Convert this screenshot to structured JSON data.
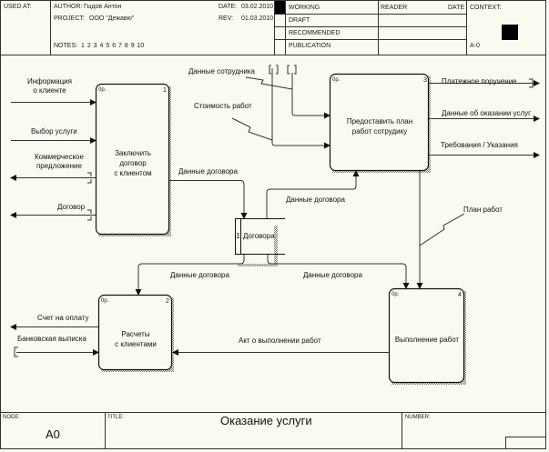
{
  "header": {
    "used_at_label": "USED AT:",
    "author_label": "AUTHOR:",
    "author": "Гыдов Антон",
    "project_label": "PROJECT:",
    "project": "ООО \"Дежавю\"",
    "date_label": "DATE:",
    "date": "03.02.2010",
    "rev_label": "REV:",
    "rev": "01.03.2010",
    "notes_label": "NOTES:",
    "notes": "1  2  3  4  5  6  7  8  9  10",
    "statuses": [
      "WORKING",
      "DRAFT",
      "RECOMMENDED",
      "PUBLICATION"
    ],
    "active_status": "WORKING",
    "reader_label": "READER",
    "reader_date_label": "DATE",
    "context_label": "CONTEXT:",
    "context_node": "A-0"
  },
  "diagram": {
    "activities": [
      {
        "id": "1",
        "tag": "0р.",
        "label_lines": [
          "Заключить",
          "договор",
          "с клиентом"
        ]
      },
      {
        "id": "2",
        "tag": "0р.",
        "label_lines": [
          "Расчеты",
          "с клиентами"
        ]
      },
      {
        "id": "3",
        "tag": "0р.",
        "label_lines": [
          "Предоставить план",
          "работ сотрудику"
        ]
      },
      {
        "id": "4",
        "tag": "0р.",
        "label_lines": [
          "Выполнение работ"
        ]
      }
    ],
    "data_store": {
      "id": "1",
      "label": "Договора"
    },
    "arrows": {
      "info_client": [
        "Информация",
        "о клиенте"
      ],
      "service_choice": "Выбор услуги",
      "commercial_offer": [
        "Коммерческое",
        "предложение"
      ],
      "contract": "Договор",
      "contract_data_1": "Данные договора",
      "contract_data_2": "Данные договора",
      "contract_data_3": "Данные договора",
      "contract_data_4": "Данные договора",
      "employee_data": "Данные сотрудника",
      "work_cost": "Стоимость работ",
      "payment_order": "Платежное поручение",
      "service_data": "Данные об оказании услуг",
      "requirements": "Требования / Указания",
      "work_plan": "План работ",
      "invoice": "Счет на оплату",
      "bank_statement": "Банковская выписка",
      "completion_act": "Акт о выполнении работ"
    }
  },
  "footer": {
    "node_label": "NODE:",
    "node": "A0",
    "title_label": "TITLE:",
    "title": "Оказание услуги",
    "number_label": "NUMBER:"
  }
}
